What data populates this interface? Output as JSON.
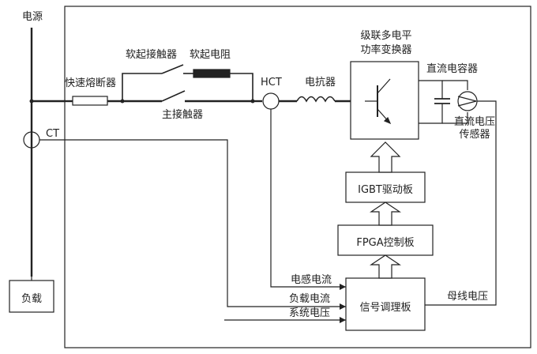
{
  "labels": {
    "power_source": "电源",
    "ct": "CT",
    "hct": "HCT",
    "fast_fuse": "快速熔断器",
    "soft_start_contactor": "软起接触器",
    "soft_start_resistor": "软起电阻",
    "main_contactor": "主接触器",
    "reactor": "电抗器",
    "converter_line1": "级联多电平",
    "converter_line2": "功率变换器",
    "dc_capacitor": "直流电容器",
    "dc_sensor_line1": "直流电压",
    "dc_sensor_line2": "传感器",
    "load": "负载",
    "bus_voltage": "母线电压",
    "inductor_current": "电感电流",
    "load_current": "负载电流",
    "system_voltage": "系统电压"
  },
  "blocks": {
    "igbt_driver": "IGBT驱动板",
    "fpga_controller": "FPGA控制板",
    "signal_conditioning": "信号调理板"
  }
}
